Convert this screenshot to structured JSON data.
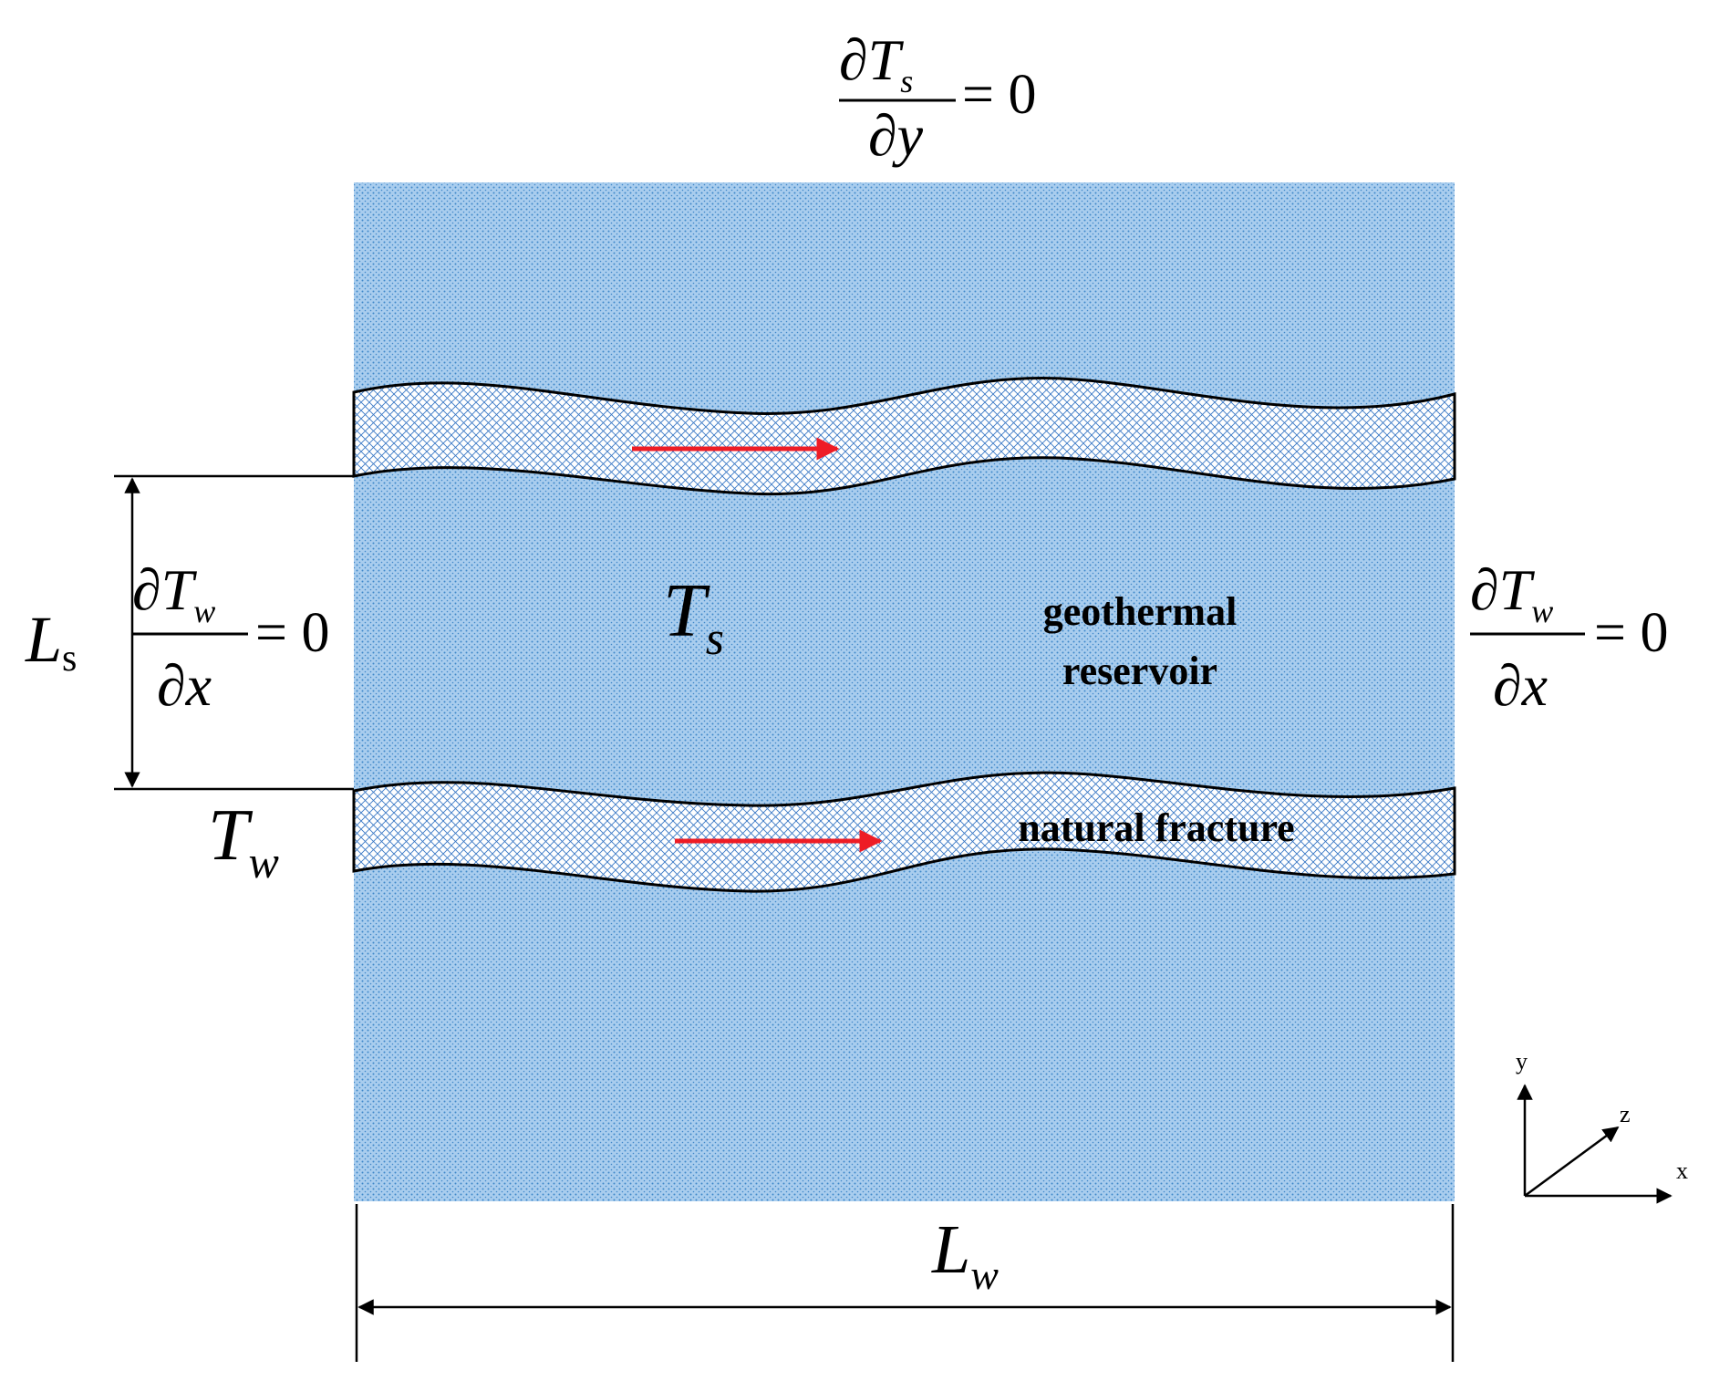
{
  "colors": {
    "reservoir_fill": "#a9cdee",
    "reservoir_dot": "#3f87c9",
    "fracture_fill": "#ffffff",
    "fracture_hatch": "#3a79c6",
    "flow_arrow": "#ee1c25",
    "line": "#000000"
  },
  "boundary_top": {
    "partial": "∂",
    "T": "T",
    "T_sub": "s",
    "y": "y",
    "equals": "= 0"
  },
  "boundary_left": {
    "partial": "∂",
    "T": "T",
    "T_sub": "w",
    "x": "x",
    "equals": "= 0"
  },
  "boundary_right": {
    "partial": "∂",
    "T": "T",
    "T_sub": "w",
    "x": "x",
    "equals": "= 0"
  },
  "labels": {
    "Ts_main": "T",
    "Ts_sub": "s",
    "Tw_main": "T",
    "Tw_sub": "w",
    "Ls_main": "L",
    "Ls_sub": "s",
    "Lw_main": "L",
    "Lw_sub": "w",
    "reservoir_line1": "geothermal",
    "reservoir_line2": "reservoir",
    "fracture": "natural fracture"
  },
  "axes": {
    "x": "x",
    "y": "y",
    "z": "z"
  },
  "icons": {
    "flow": "right-arrow-icon"
  }
}
